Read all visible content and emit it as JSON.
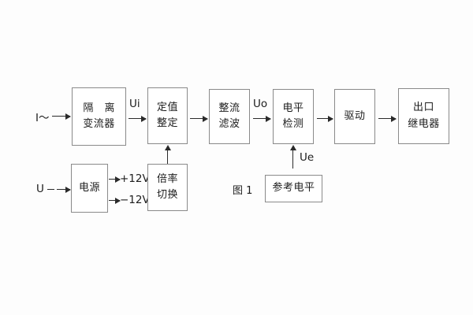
{
  "diagram": {
    "caption": "图 1",
    "blocks": [
      {
        "id": "isolation-ct",
        "lines": [
          "隔 离",
          "变流器"
        ]
      },
      {
        "id": "setting-value",
        "lines": [
          "定值",
          "整定"
        ]
      },
      {
        "id": "rectifier-filter",
        "lines": [
          "整流",
          "滤波"
        ]
      },
      {
        "id": "level-detect",
        "lines": [
          "电平",
          "检测"
        ]
      },
      {
        "id": "drive",
        "lines": [
          "驱动"
        ]
      },
      {
        "id": "output-relay",
        "lines": [
          "出口",
          "继电器"
        ]
      },
      {
        "id": "power-supply",
        "lines": [
          "电源"
        ]
      },
      {
        "id": "multiplier-switch",
        "lines": [
          "倍率",
          "切换"
        ]
      },
      {
        "id": "reference-level",
        "lines": [
          "参考电平"
        ]
      }
    ],
    "signals": {
      "current_input": "I～",
      "voltage_input": "U",
      "ui": "Ui",
      "uo": "Uo",
      "ue": "Ue",
      "rail_positive": "+12V",
      "rail_negative": "−12V"
    }
  }
}
